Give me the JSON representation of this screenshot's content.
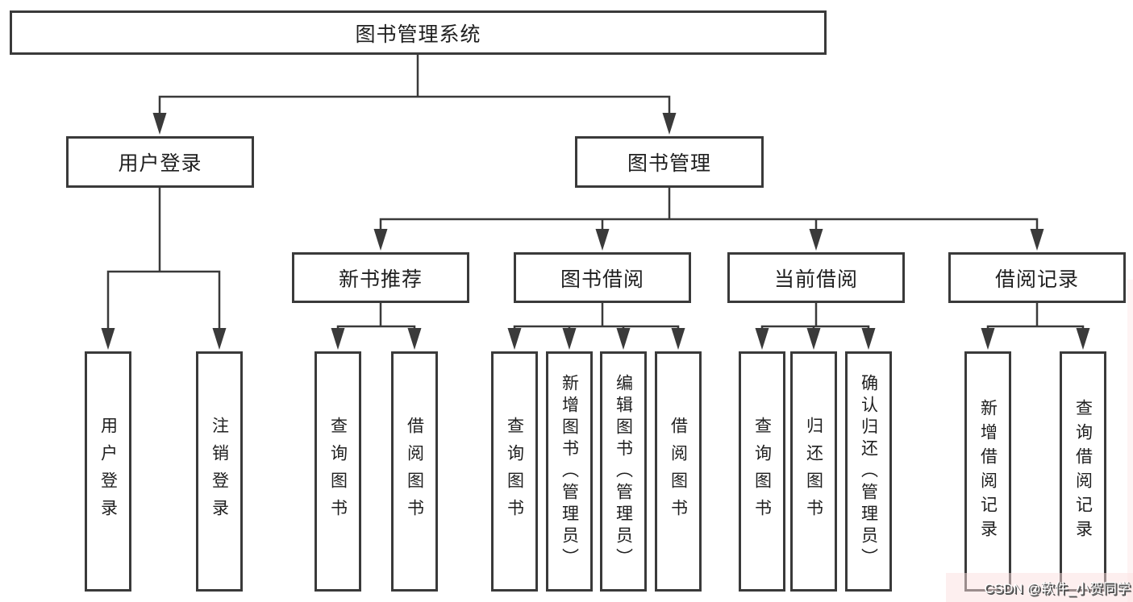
{
  "tree": {
    "root": {
      "label": "图书管理系统",
      "children": [
        {
          "label": "用户登录",
          "children": [
            {
              "label": "用户登录"
            },
            {
              "label": "注销登录"
            }
          ]
        },
        {
          "label": "图书管理",
          "children": [
            {
              "label": "新书推荐",
              "children": [
                {
                  "label": "查询图书"
                },
                {
                  "label": "借阅图书"
                }
              ]
            },
            {
              "label": "图书借阅",
              "children": [
                {
                  "label": "查询图书"
                },
                {
                  "label": "新增图书（管理员）"
                },
                {
                  "label": "编辑图书（管理员）"
                },
                {
                  "label": "借阅图书"
                }
              ]
            },
            {
              "label": "当前借阅",
              "children": [
                {
                  "label": "查询图书"
                },
                {
                  "label": "归还图书"
                },
                {
                  "label": "确认归还（管理员）"
                }
              ]
            },
            {
              "label": "借阅记录",
              "children": [
                {
                  "label": "新增借阅记录"
                },
                {
                  "label": "查询借阅记录"
                }
              ]
            }
          ]
        }
      ]
    }
  },
  "watermark": {
    "text": "CSDN @软件_小贺同学"
  },
  "colors": {
    "line": "#3a3a3a",
    "text": "#1f1f1f",
    "box_background": "#ffffff",
    "page_background": "#ffffff",
    "watermark_text": "#ffffff",
    "watermark_shadow": "#4a4a4a",
    "watermark_tint": "#fce0e0"
  }
}
